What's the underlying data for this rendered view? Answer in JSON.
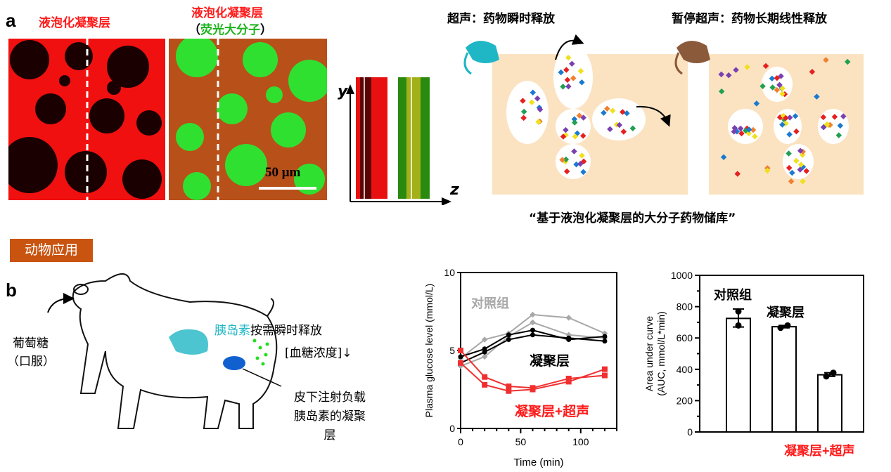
{
  "panel_a": {
    "label": "a",
    "img1_title": "液泡化凝聚层",
    "img2_title": "液泡化凝聚层",
    "img2_subtitle_open": "（",
    "img2_subtitle": "荧光大分子",
    "img2_subtitle_close": "）",
    "scale_bar": "50 μm",
    "axis_y": "y",
    "axis_z": "z",
    "ultrasound_title": "超声：药物瞬时释放",
    "pause_title": "暂停超声：药物长期线性释放",
    "caption": "“基于液泡化凝聚层的大分子药物储库”",
    "colors": {
      "red": "#ff1a1a",
      "green": "#22dd22",
      "peach": "#fbe3c2"
    }
  },
  "panel_b": {
    "section_tag": "动物应用",
    "label": "b",
    "glucose_label": "葡萄糖",
    "oral_label": "（口服）",
    "insulin": "胰岛素",
    "on_demand": "按需瞬时释放",
    "blood_glucose": "[血糖浓度]",
    "down_arrow": "↓",
    "injection_text": [
      "皮下注射负载",
      "胰岛素的凝聚",
      "层"
    ]
  },
  "chart_data": [
    {
      "type": "line",
      "xlabel": "Time (min)",
      "ylabel": "Plasma glucose level (mmol/L)",
      "xlim": [
        0,
        130
      ],
      "ylim": [
        0,
        10
      ],
      "xticks": [
        "0",
        "50",
        "100"
      ],
      "yticks": [
        "0",
        "5",
        "10"
      ],
      "annotations": {
        "control": "对照组",
        "coacervate": "凝聚层",
        "coacervate_us": "凝聚层+超声"
      },
      "x": [
        0,
        20,
        40,
        60,
        90,
        120
      ],
      "series": [
        {
          "name": "对照组 1",
          "color": "#a8a8a8",
          "marker": "diamond",
          "values": [
            4.5,
            5.7,
            6.1,
            7.3,
            7.1,
            6.1
          ]
        },
        {
          "name": "对照组 2",
          "color": "#a8a8a8",
          "marker": "diamond",
          "values": [
            4.0,
            4.6,
            5.9,
            6.8,
            6.0,
            5.8
          ]
        },
        {
          "name": "凝聚层 1",
          "color": "#000000",
          "marker": "circle",
          "values": [
            4.6,
            5.1,
            6.0,
            6.3,
            5.7,
            5.9
          ]
        },
        {
          "name": "凝聚层 2",
          "color": "#000000",
          "marker": "circle",
          "values": [
            4.2,
            4.9,
            5.7,
            6.0,
            5.8,
            5.6
          ]
        },
        {
          "name": "凝聚层+超声 1",
          "color": "#f03030",
          "marker": "square",
          "values": [
            5.0,
            3.3,
            2.7,
            2.6,
            3.2,
            3.4
          ]
        },
        {
          "name": "凝聚层+超声 2",
          "color": "#f03030",
          "marker": "square",
          "values": [
            4.2,
            2.8,
            2.4,
            2.5,
            3.0,
            3.8
          ]
        }
      ]
    },
    {
      "type": "bar",
      "ylabel": [
        "Area under curve",
        "(AUC, mmol/L*min)"
      ],
      "ylim": [
        0,
        1000
      ],
      "yticks": [
        "0",
        "200",
        "400",
        "600",
        "800",
        "1000"
      ],
      "categories": [
        "对照组",
        "凝聚层",
        "凝聚层+超声"
      ],
      "label_colors": [
        "#000000",
        "#000000",
        "#ff1a1a"
      ],
      "values": [
        725,
        672,
        365
      ],
      "error": [
        [
          670,
          785
        ],
        [
          665,
          680
        ],
        [
          355,
          378
        ]
      ],
      "points": [
        [
          770,
          680
        ],
        [
          665,
          680
        ],
        [
          355,
          378
        ]
      ]
    }
  ]
}
